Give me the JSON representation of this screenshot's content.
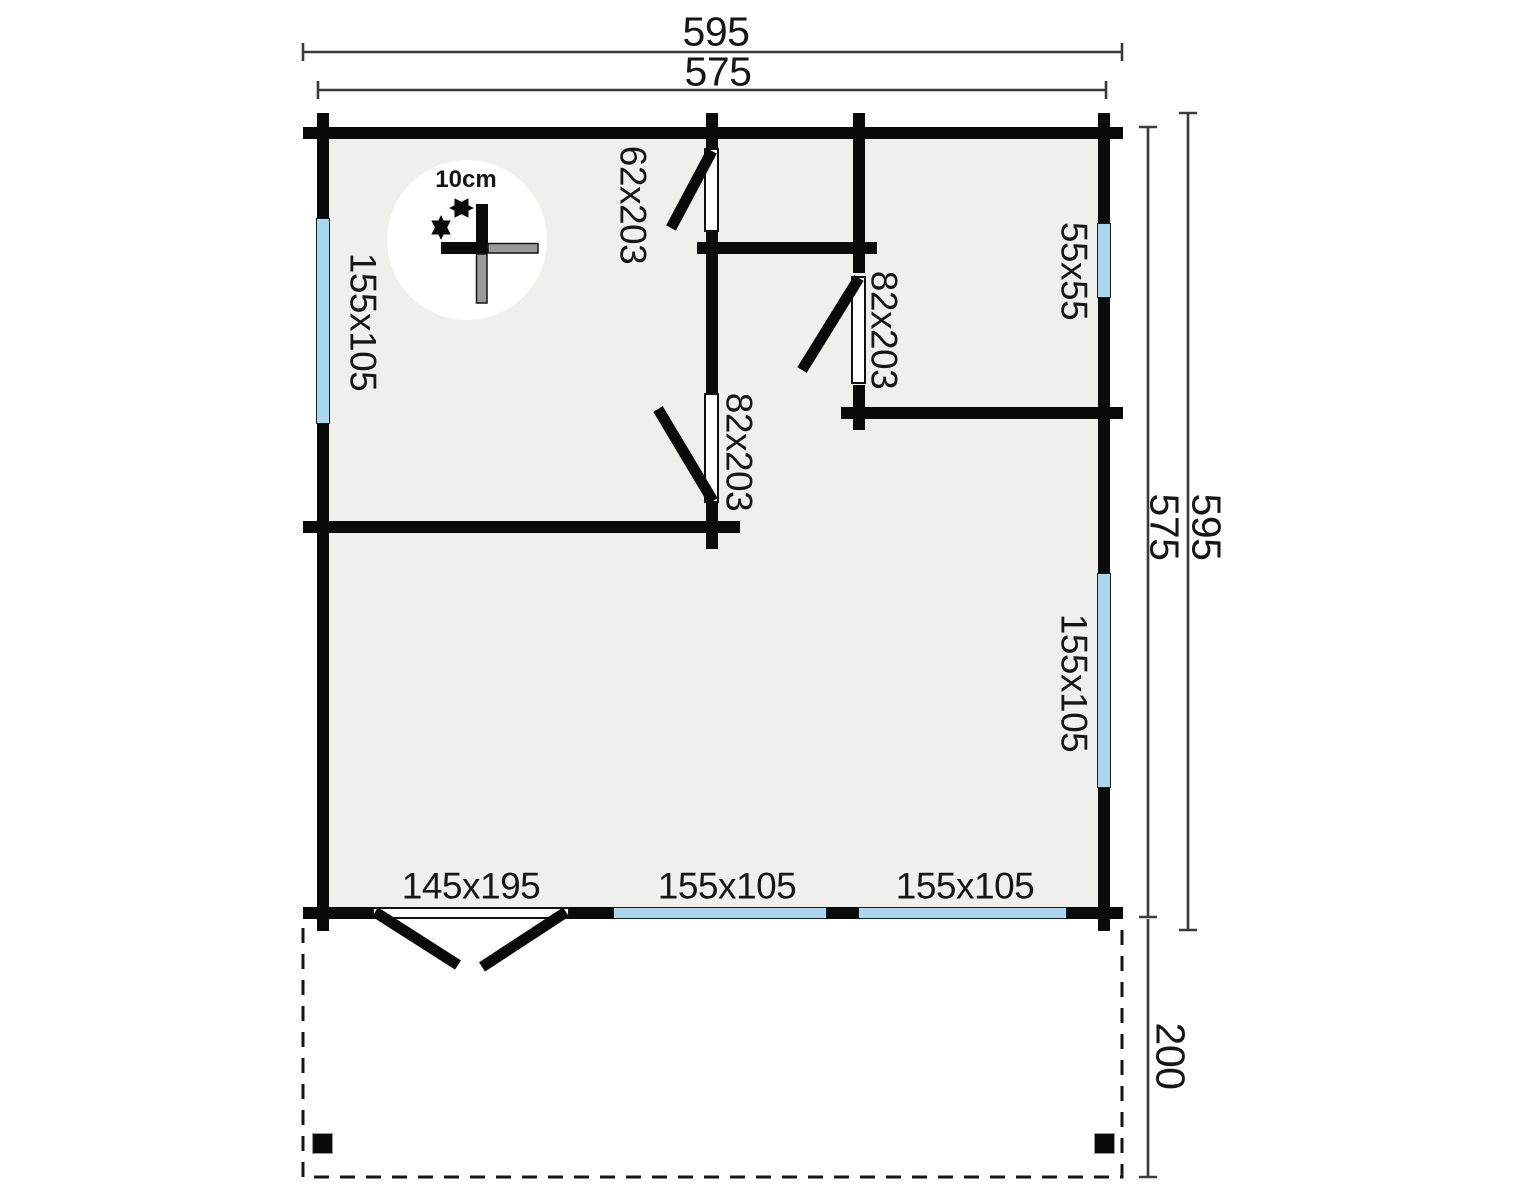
{
  "colors": {
    "wall": "#0a0a0a",
    "floor": "#efefee",
    "window": "#a9d7ee",
    "gray": "#9a9a9a",
    "line": "#3a3a3a",
    "text": "#161616"
  },
  "dimensions": {
    "top_outer": "595",
    "top_inner": "575",
    "right_outer": "595",
    "right_inner": "575",
    "terrace_depth": "200"
  },
  "openings": {
    "window_left": "155x105",
    "door_room_top": "62x203",
    "door_room_mid": "82x203",
    "door_room_low": "82x203",
    "window_right_small": "55x55",
    "window_right_large": "155x105",
    "double_door": "145x195",
    "window_bottom_left": "155x105",
    "window_bottom_right": "155x105"
  },
  "scale_detail": {
    "label": "10cm"
  }
}
